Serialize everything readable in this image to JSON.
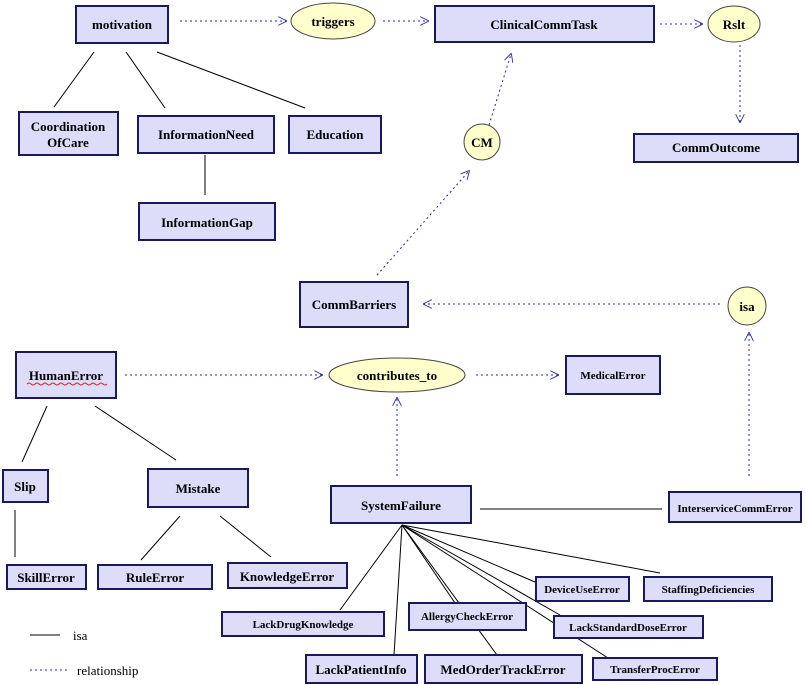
{
  "nodes": {
    "motivation": "motivation",
    "triggers": "triggers",
    "clinicalCommTask": "ClinicalCommTask",
    "rslt": "Rslt",
    "coordinationOfCare_1": "Coordination",
    "coordinationOfCare_2": "OfCare",
    "informationNeed": "InformationNeed",
    "education": "Education",
    "informationGap": "InformationGap",
    "cm": "CM",
    "commOutcome": "CommOutcome",
    "commBarriers": "CommBarriers",
    "isaNode": "isa",
    "humanError": "HumanError",
    "contributesTo": "contributes_to",
    "medicalError": "MedicalError",
    "slip": "Slip",
    "mistake": "Mistake",
    "systemFailure": "SystemFailure",
    "interserviceCommError": "InterserviceCommError",
    "skillError": "SkillError",
    "ruleError": "RuleError",
    "knowledgeError": "KnowledgeError",
    "deviceUseError": "DeviceUseError",
    "staffingDeficiencies": "StaffingDeficiencies",
    "lackDrugKnowledge": "LackDrugKnowledge",
    "allergyCheckError": "AllergyCheckError",
    "lackStandardDoseError": "LackStandardDoseError",
    "lackPatientInfo": "LackPatientInfo",
    "medOrderTrackError": "MedOrderTrackError",
    "transferProcError": "TransferProcError"
  },
  "legend": {
    "isa": "isa",
    "relationship": "relationship"
  },
  "colors": {
    "box_fill": "#ddddfa",
    "box_border": "#1a1a5a",
    "ellipse_fill": "#ffffcc",
    "dotted_line": "#2a2aa0"
  }
}
